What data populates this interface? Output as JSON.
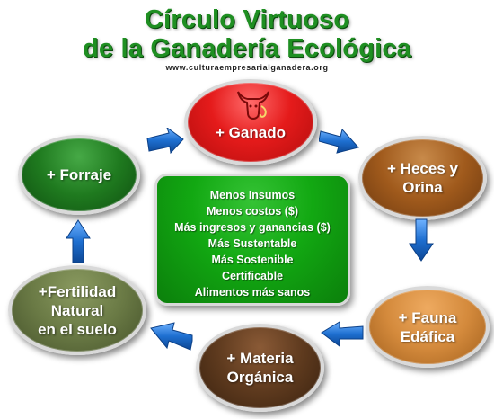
{
  "title": {
    "line1": "Círculo Virtuoso",
    "line2": "de la Ganadería Ecológica"
  },
  "url": "www.culturaempresarialganadera.org",
  "nodes": {
    "ganado": "+ Ganado",
    "heces_line1": "+ Heces y",
    "heces_line2": "Orina",
    "fauna_line1": "+ Fauna",
    "fauna_line2": "Edáfica",
    "materia_line1": "+ Materia",
    "materia_line2": "Orgánica",
    "fertilidad_line1": "+Fertilidad",
    "fertilidad_line2": "Natural",
    "fertilidad_line3": "en el suelo",
    "forraje": "+ Forraje"
  },
  "benefits": [
    "Menos Insumos",
    "Menos costos ($)",
    "Más ingresos y ganancias ($)",
    "Más Sustentable",
    "Más Sostenible",
    "Certificable",
    "Alimentos más sanos"
  ],
  "colors": {
    "title": "#1f8f22",
    "ganado": "#e51b1b",
    "heces": "#a05a1c",
    "fauna": "#d48a3c",
    "materia": "#5e3a1e",
    "fertilidad": "#6a7a45",
    "forraje": "#1f7a1f",
    "center": "#12a812",
    "arrow": "#1e6fd0"
  },
  "icons": {
    "logo": "bull-head-icon",
    "arrows": "arrow-icon"
  }
}
